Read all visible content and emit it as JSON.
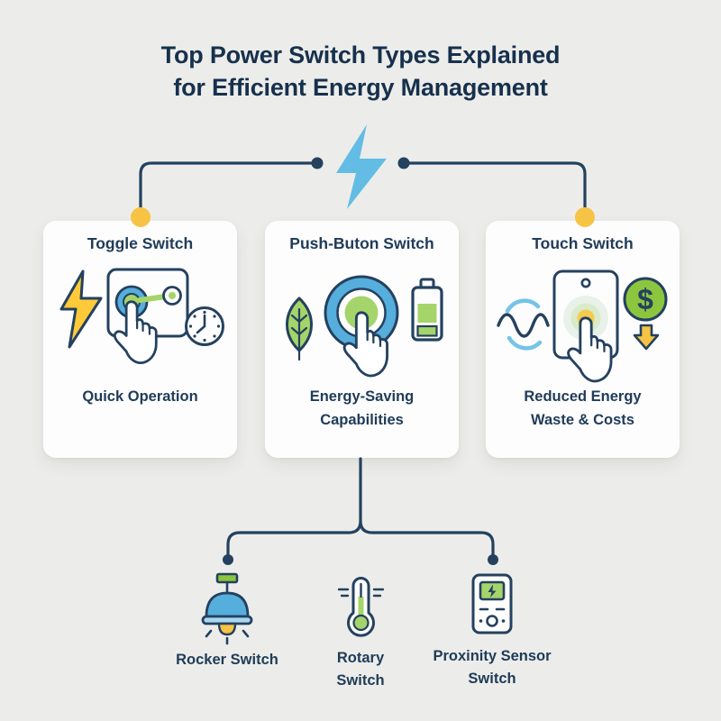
{
  "title": {
    "line1": "Top Power Switch Types Explained",
    "line2": "for Efficient Energy Management"
  },
  "colors": {
    "background": "#ECEDEA",
    "card": "#FDFDFD",
    "navy_line": "#24415F",
    "text_navy": "#203C59",
    "title_navy": "#17304D",
    "center_bolt_blue": "#63BCE4",
    "icon_blue": "#56AEDC",
    "icon_light_blue": "#A9D7EF",
    "wave_blue": "#74C4E8",
    "green": "#8CC63F",
    "light_green": "#A5D46A",
    "yellow": "#F6C344",
    "bolt_yellow": "#FFCA3A"
  },
  "center_icon": "lightning-bolt-icon",
  "cards": [
    {
      "title": "Toggle Switch",
      "caption": "Quick Operation",
      "icons": [
        "lightning-icon",
        "toggle-switch-plate-icon",
        "pointing-hand-icon",
        "clock-icon"
      ],
      "anchor_dot_color": "#F6C344"
    },
    {
      "title": "Push-Buton Switch",
      "caption": "Energy-Saving Capabilities",
      "icons": [
        "leaf-icon",
        "push-button-icon",
        "pointing-hand-icon",
        "battery-icon"
      ]
    },
    {
      "title": "Touch Switch",
      "caption": "Reduced Energy Waste & Costs",
      "icons": [
        "sound-wave-icon",
        "touch-panel-icon",
        "pointing-hand-icon",
        "dollar-circle-icon",
        "down-arrow-icon"
      ],
      "anchor_dot_color": "#F6C344"
    }
  ],
  "sub_switches": [
    {
      "label": "Rocker Switch",
      "icon": "pendant-lamp-icon"
    },
    {
      "label": "Rotary Switch",
      "icon": "thermometer-icon"
    },
    {
      "label": "Proxinity Sensor Switch",
      "icon": "sensor-device-icon"
    }
  ]
}
